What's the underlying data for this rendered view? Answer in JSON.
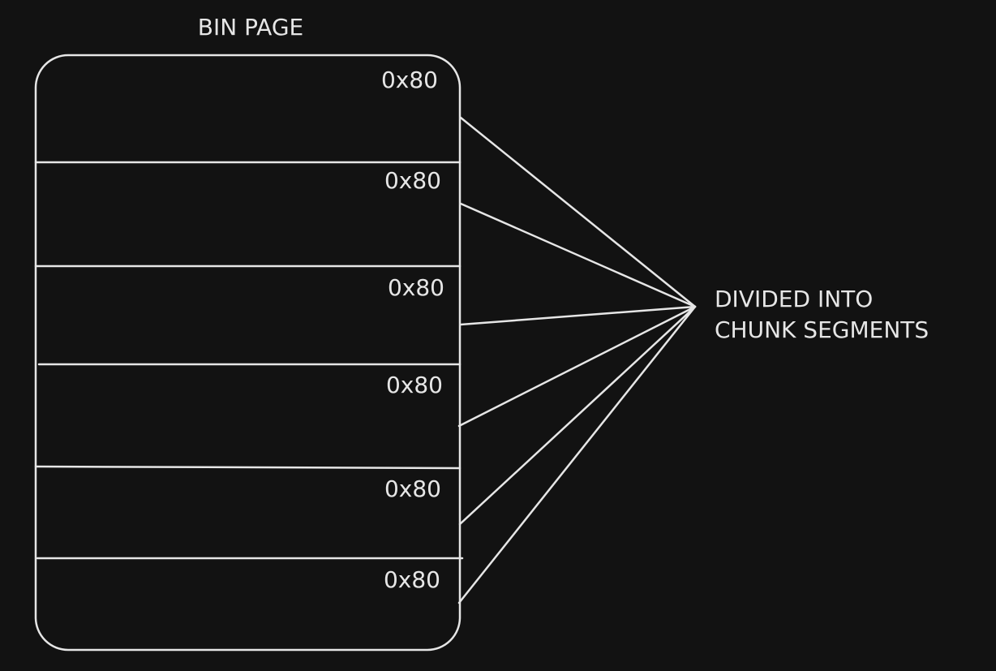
{
  "title": "BIN PAGE",
  "segments": [
    {
      "label": "0x80"
    },
    {
      "label": "0x80"
    },
    {
      "label": "0x80"
    },
    {
      "label": "0x80"
    },
    {
      "label": "0x80"
    },
    {
      "label": "0x80"
    }
  ],
  "annotation": {
    "line1": "DIVIDED INTO",
    "line2": "CHUNK SEGMENTS"
  },
  "colors": {
    "background": "#121212",
    "stroke": "#e6e6e6"
  }
}
